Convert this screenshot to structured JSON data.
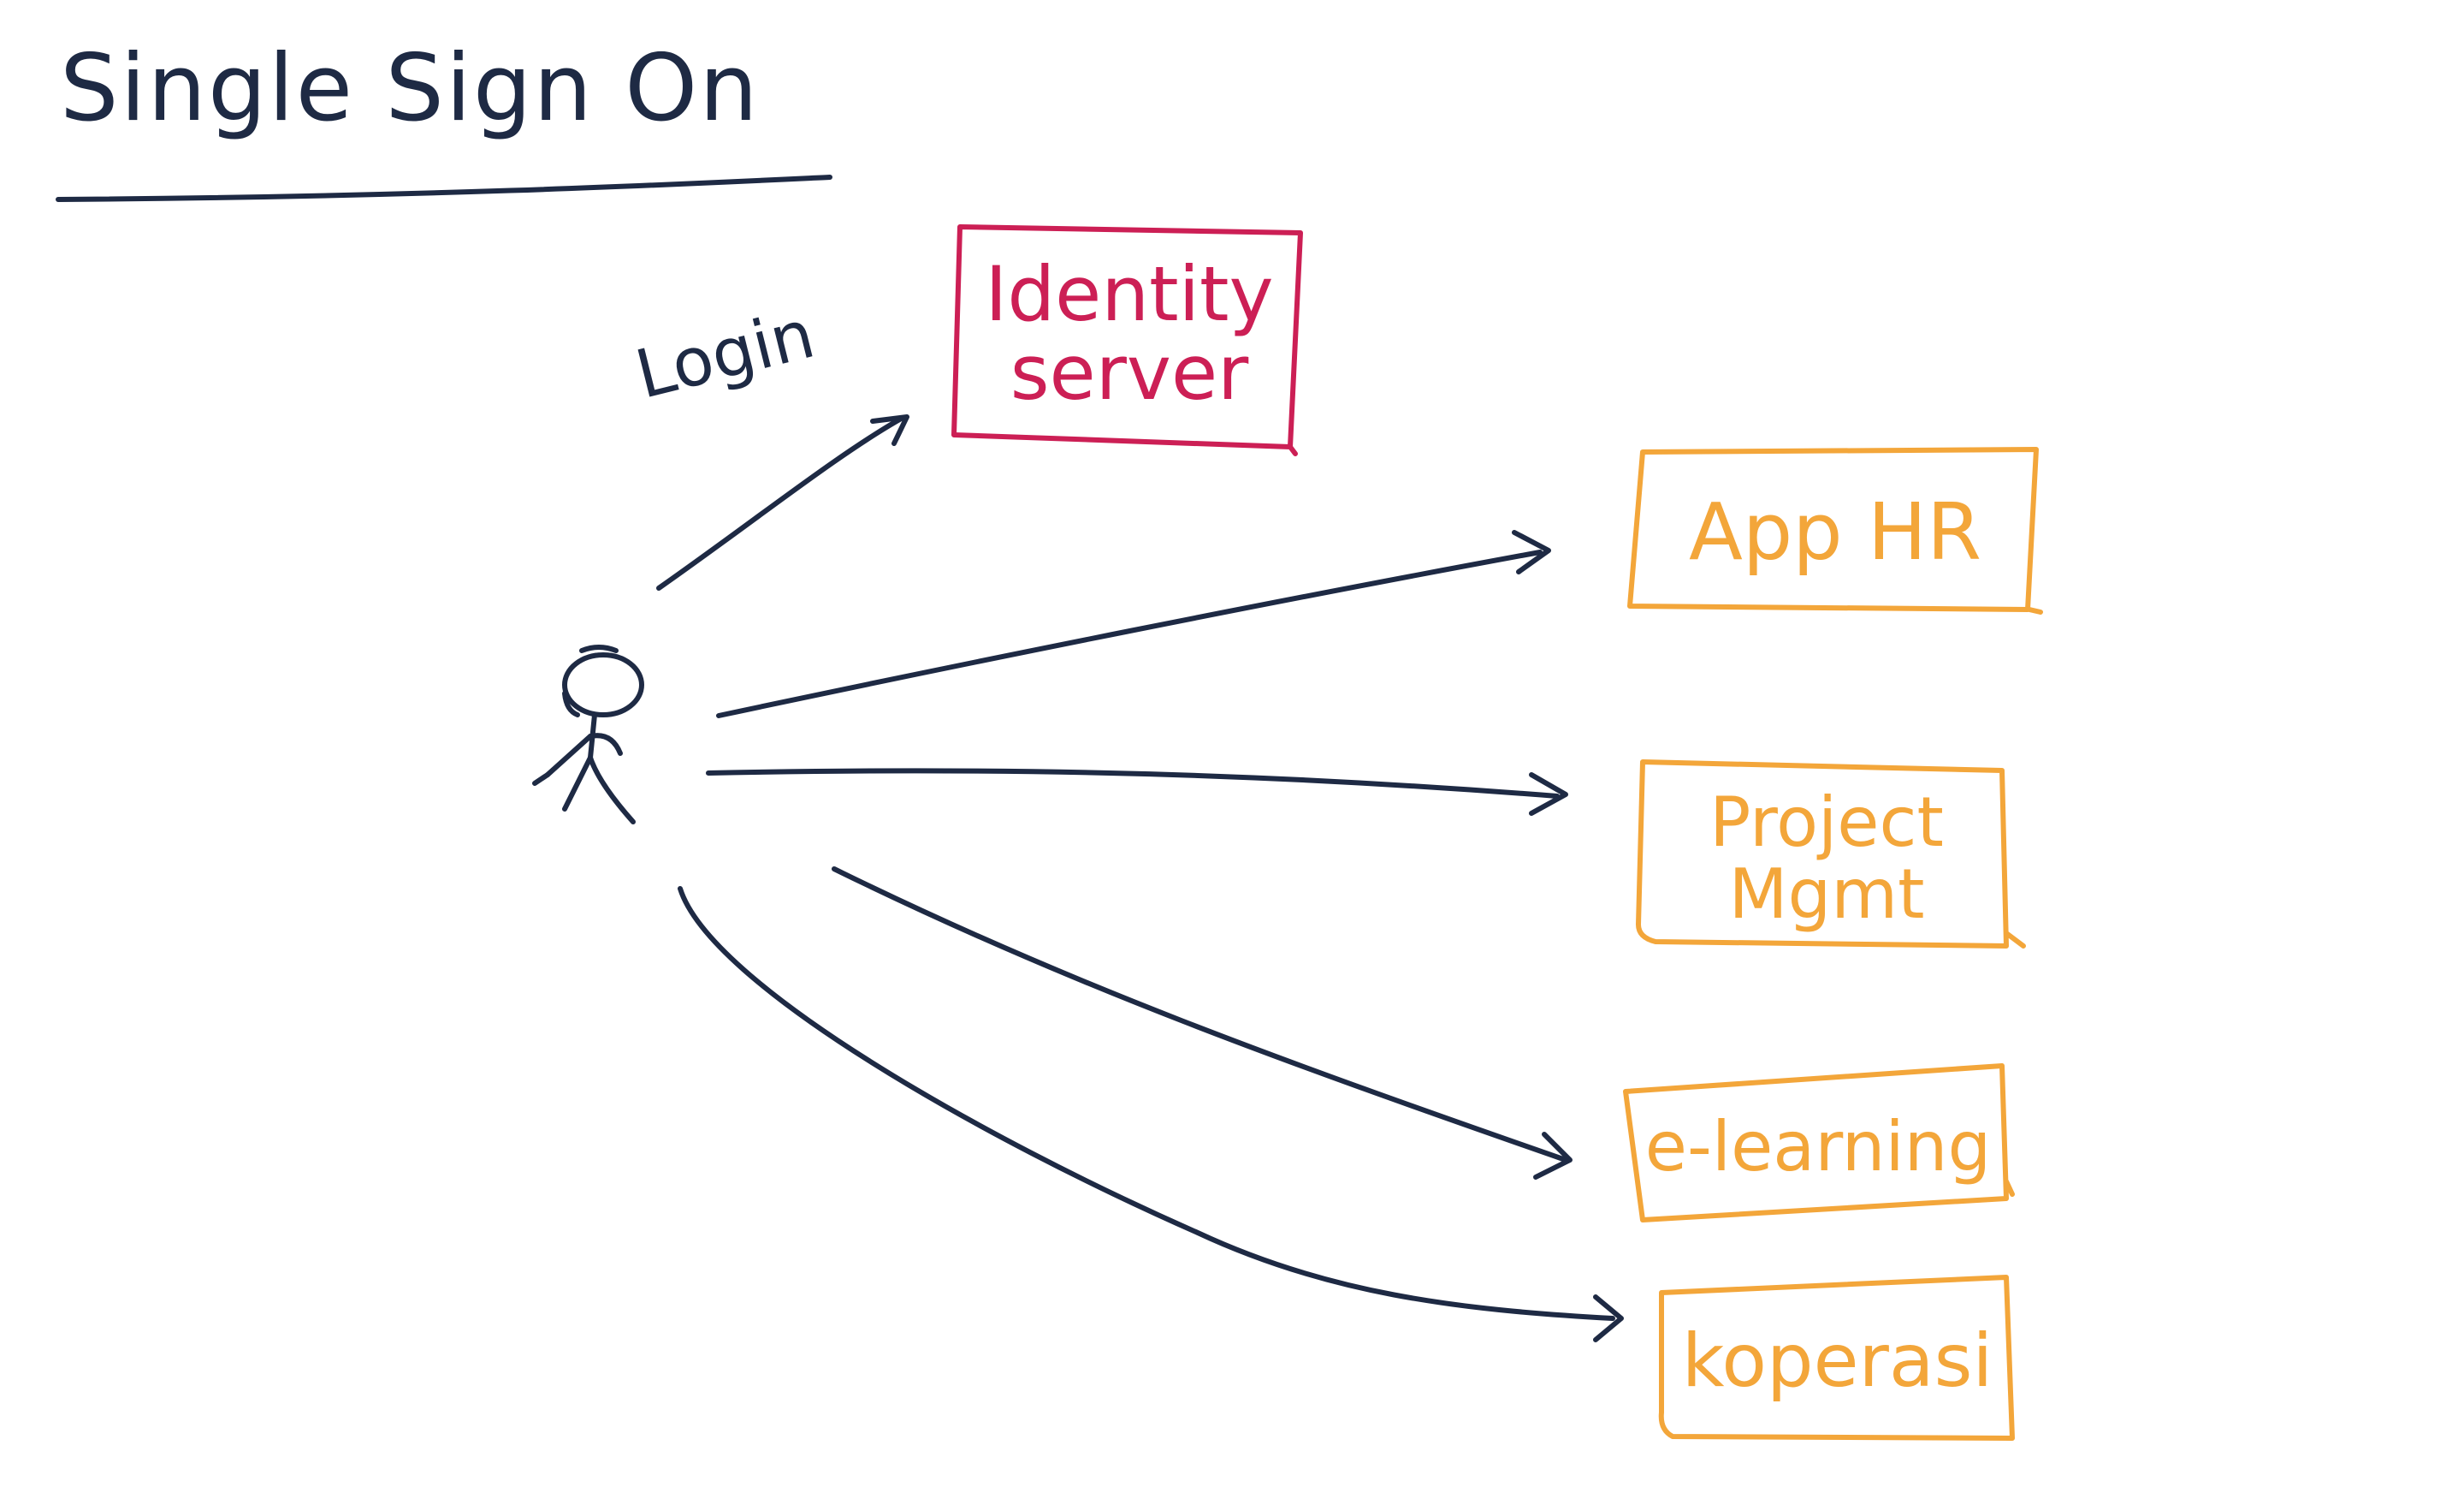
{
  "title": "Single Sign On",
  "arrow_label": "Login",
  "identity_box": {
    "line1": "Identity",
    "line2": "server"
  },
  "apps": [
    {
      "line1": "App HR",
      "line2": ""
    },
    {
      "line1": "Project",
      "line2": "Mgmt"
    },
    {
      "line1": "e-learning",
      "line2": ""
    },
    {
      "line1": "koperasi",
      "line2": ""
    }
  ],
  "colors": {
    "ink": "#1e2a44",
    "identity": "#cc1f55",
    "apps": "#f3a63a"
  },
  "icons": [
    "stick-figure-user-icon"
  ]
}
